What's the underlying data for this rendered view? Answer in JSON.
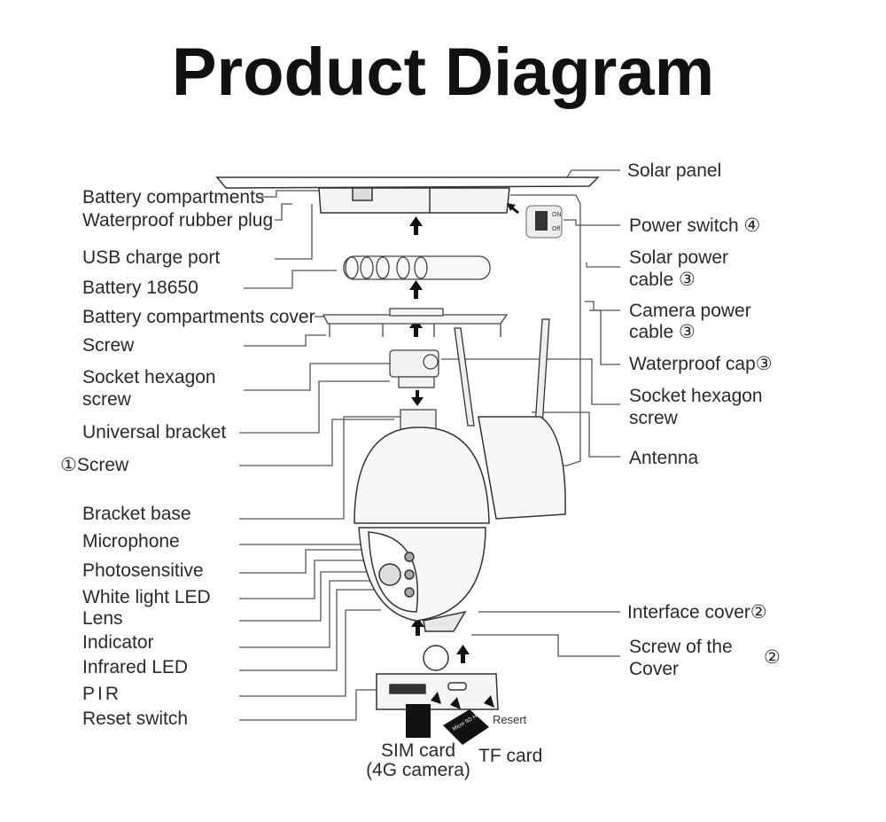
{
  "title": "Product Diagram",
  "left_labels": [
    "Battery compartments",
    "Waterproof rubber plug",
    "USB charge port",
    "Battery 18650",
    "Battery compartments cover",
    "Screw",
    "Socket hexagon",
    "screw",
    "Universal bracket",
    "①Screw",
    "Bracket base",
    "Microphone",
    "Photosensitive",
    "White light LED",
    "Lens",
    "Indicator",
    "Infrared LED",
    "PIR",
    "Reset switch"
  ],
  "right_labels": [
    "Solar panel",
    "Power switch ④",
    "Solar power",
    "cable ③",
    "Camera power",
    "cable ③",
    "Waterproof cap③",
    "Socket hexagon",
    "screw",
    "Antenna",
    "Interface cover②",
    "Screw of the",
    "Cover",
    "②"
  ],
  "bottom_labels": {
    "sim_line1": "SIM card",
    "sim_line2": "(4G camera)",
    "tf_card": "TF card",
    "reset": "Resert"
  },
  "switch_labels": {
    "on": "ON",
    "off": "Off"
  },
  "card_text": "Micro SD HC"
}
